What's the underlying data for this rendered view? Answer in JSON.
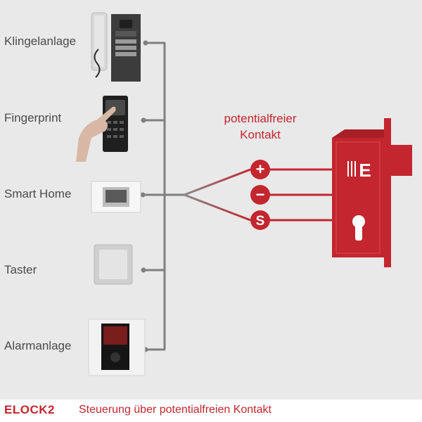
{
  "devices": [
    {
      "label": "Klingelanlage",
      "icon": "intercom-icon"
    },
    {
      "label": "Fingerprint",
      "icon": "fingerprint-reader-icon"
    },
    {
      "label": "Smart Home",
      "icon": "smart-home-panel-icon"
    },
    {
      "label": "Taster",
      "icon": "push-button-switch-icon"
    },
    {
      "label": "Alarmanlage",
      "icon": "alarm-panel-icon"
    }
  ],
  "contact": {
    "line1": "potentialfreier",
    "line2": "Kontakt",
    "terminals": [
      {
        "symbol": "+",
        "icon": "plus-terminal-icon"
      },
      {
        "symbol": "−",
        "icon": "minus-terminal-icon"
      },
      {
        "symbol": "S",
        "icon": "signal-terminal-icon"
      }
    ]
  },
  "lock": {
    "logo_letter": "E",
    "icon": "motor-lock-icon"
  },
  "footer": {
    "logo": "ELOCK2",
    "caption": "Steuerung über potentialfreien Kontakt"
  },
  "colors": {
    "accent": "#c3262f",
    "wire": "#808080",
    "background": "#e9e9e9",
    "text": "#4b4b4b"
  }
}
